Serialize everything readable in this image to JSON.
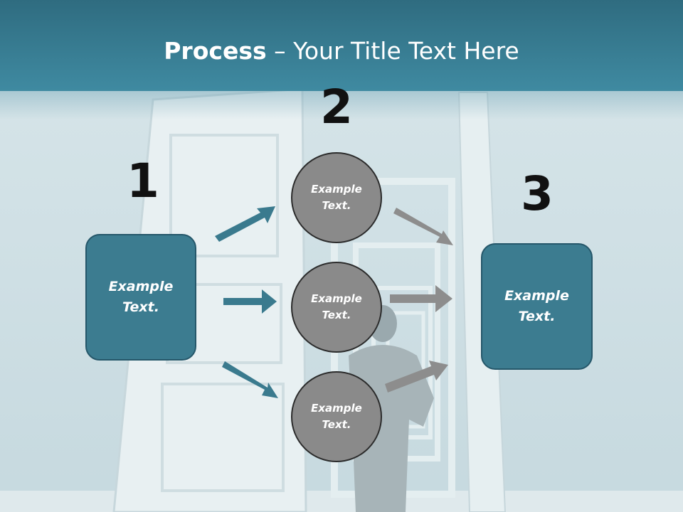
{
  "slide": {
    "title_bold": "Process",
    "title_rest": " – Your Title Text Here"
  },
  "steps": {
    "n1": "1",
    "n2": "2",
    "n3": "3"
  },
  "left_box": {
    "text": "Example Text."
  },
  "right_box": {
    "text": "Example Text."
  },
  "circles": [
    {
      "text": "Example Text."
    },
    {
      "text": "Example Text."
    },
    {
      "text": "Example Text."
    }
  ],
  "colors": {
    "header": "#3f8aa1",
    "box": "#3c7c90",
    "circle": "#8a8a8a",
    "arrow_teal": "#3a7a8e",
    "arrow_gray": "#8d8d8d"
  }
}
